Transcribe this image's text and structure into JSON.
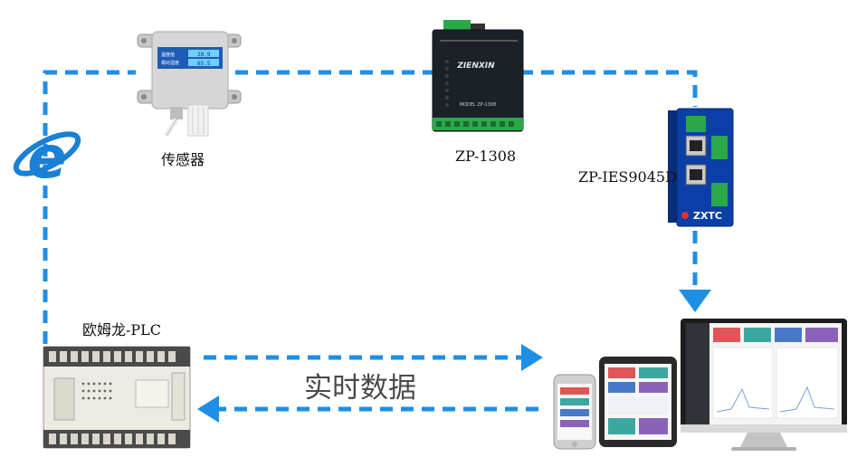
{
  "labels": {
    "sensor": "传感器",
    "zp1308": "ZP-1308",
    "zpies": "ZP-IES9045D",
    "plc": "欧姆龙-PLC",
    "realtime": "实时数据"
  },
  "device_text": {
    "sensor_row1_label": "温度值",
    "sensor_row1_value": "28.9",
    "sensor_row2_label": "相对湿度",
    "sensor_row2_value": "65.5",
    "gateway_brand": "ZIENXIN",
    "gateway_model": "MODEL ZP-1308",
    "switch_brand": "ZXTC"
  },
  "colors": {
    "flow_line": "#1e8fe6",
    "ie_blue": "#1a7fd6",
    "gateway_body": "#1c2128",
    "switch_blue": "#0b3fa7",
    "terminal_green": "#2aa84a",
    "card_red": "#e05555",
    "card_teal": "#3aa8a0",
    "card_blue": "#4a78c8",
    "card_purple": "#8a62b8"
  },
  "icons": [
    "internet-explorer-icon",
    "arrow-right-icon",
    "arrow-left-icon",
    "arrow-down-icon"
  ]
}
